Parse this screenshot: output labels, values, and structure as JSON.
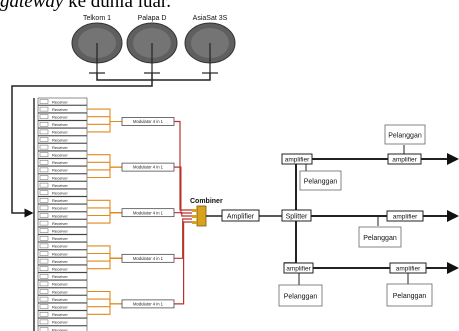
{
  "caption": {
    "italic": "gateway",
    "rest": " ke dunia luar."
  },
  "satellites": [
    "Telkom 1",
    "Palapa D",
    "AsiaSat 3S"
  ],
  "receiver_label": "Receiver",
  "modulator_label": "Modulator 4 in 1",
  "combiner_label": "Combiner",
  "amplifier_label": "Amplifier",
  "splitter_label": "Splitter",
  "amp_small_label": "amplifier",
  "pelanggan_label": "Pelanggan",
  "colors": {
    "line": "#222222",
    "orange": "#e08a1e",
    "red": "#b8332b",
    "receiver_border": "#444444",
    "combiner": "#d8a21e"
  }
}
